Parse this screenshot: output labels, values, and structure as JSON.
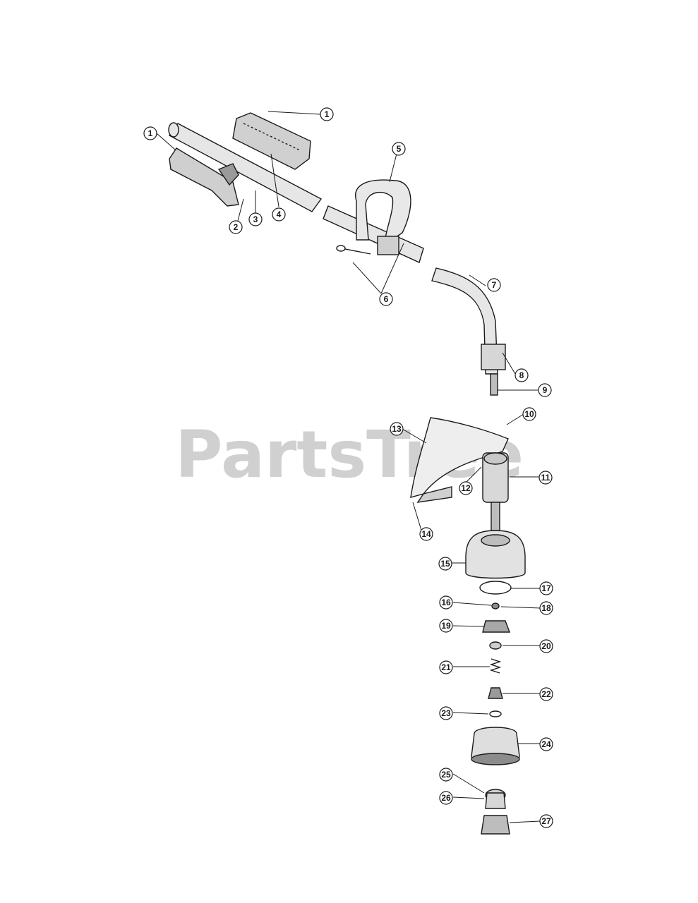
{
  "diagram": {
    "watermark": "PartsTree",
    "callouts": [
      "1",
      "1",
      "2",
      "3",
      "4",
      "5",
      "6",
      "7",
      "8",
      "9",
      "10",
      "11",
      "12",
      "13",
      "14",
      "15",
      "16",
      "17",
      "18",
      "19",
      "20",
      "21",
      "22",
      "23",
      "24",
      "25",
      "26",
      "27"
    ]
  },
  "colors": {
    "line": "#1a1a1a",
    "part_fill": "#d9d9d9",
    "dark_fill": "#8c8c8c",
    "watermark": "#d0d0d0",
    "background": "#ffffff"
  }
}
